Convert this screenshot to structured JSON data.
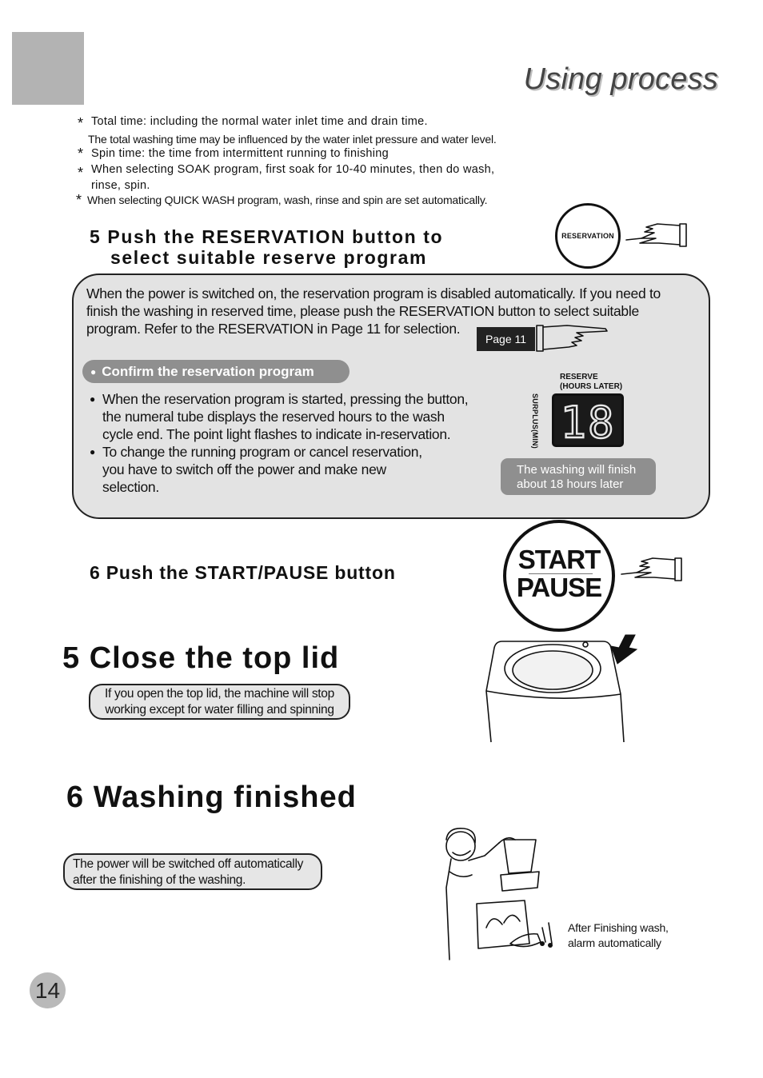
{
  "header": {
    "title": "Using process"
  },
  "notes": [
    {
      "star": "*",
      "text": "Total time: including the normal water inlet time and drain time."
    },
    {
      "star": "",
      "text": "The total washing time may be influenced by the water inlet pressure and water level."
    },
    {
      "star": "*",
      "text": "Spin time: the time from intermittent running to finishing"
    },
    {
      "star": "*",
      "text": "When selecting SOAK  program, first soak for 10-40  minutes, then do wash,"
    },
    {
      "star": "",
      "text": "rinse, spin."
    },
    {
      "star": "*",
      "text": "When selecting QUICK WASH program, wash, rinse and spin are set automatically."
    }
  ],
  "step5": {
    "line1": "5 Push the RESERVATION button to",
    "line2": "select suitable reserve program",
    "button_label": "RESERVATION"
  },
  "panel": {
    "intro": "When the power is switched on, the reservation  program is disabled automatically. If you need to finish the washing in reserved time, please push the RESERVATION button to select suitable program. Refer to the RESERVATION in Page 11 for selection.",
    "page_tag": "Page 11",
    "confirm_title": "Confirm the reservation program",
    "bullets": [
      [
        "When the reservation program is started, pressing the button,",
        "the numeral tube displays the reserved hours to the wash",
        "cycle end. The point light  flashes to indicate in-reservation."
      ],
      [
        "To change the running program or cancel reservation,",
        "you have to switch off the power and make new",
        "selection."
      ]
    ],
    "reserve_label_1": "RESERVE",
    "reserve_label_2": "(HOURS LATER)",
    "surplus_label": "SURPLUS(MIN)",
    "display_value": "18",
    "finish_line1": "The washing will finish",
    "finish_line2": "about 18 hours later"
  },
  "step6": {
    "heading": "6 Push the START/PAUSE button",
    "start_word": "START",
    "pause_word": "PAUSE"
  },
  "section5": {
    "heading": "5 Close the top lid",
    "note_line1": "If you open the top lid, the machine will stop",
    "note_line2": "working except for water filling and spinning"
  },
  "section6": {
    "heading": "6 Washing finished",
    "note_line1": "The power will be switched off automatically",
    "note_line2": "after the finishing of the washing.",
    "caption_line1": "After Finishing wash,",
    "caption_line2": "alarm automatically"
  },
  "footer": {
    "page_number": "14"
  },
  "colors": {
    "panel_bg": "#e3e3e3",
    "pill_gray": "#8f8f8f",
    "corner_block": "#b3b3b3"
  }
}
